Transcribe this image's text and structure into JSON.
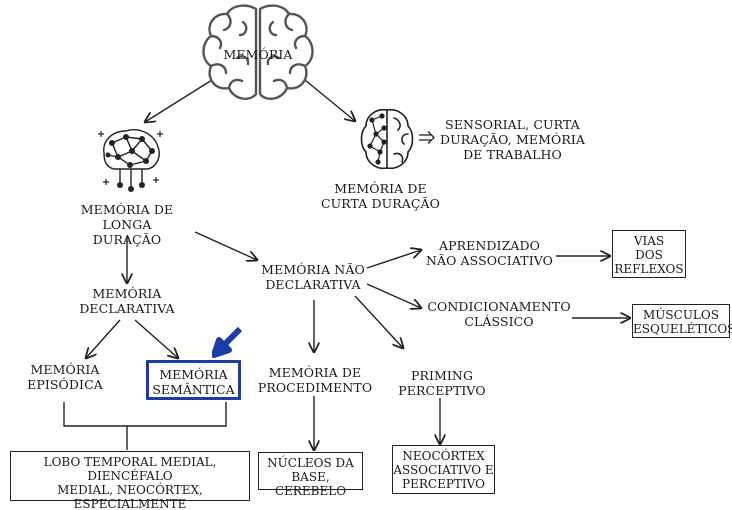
{
  "nodes": {
    "memoria": "MEMÓRIA",
    "longa": "MEMÓRIA DE\nLONGA DURAÇÃO",
    "curta": "MEMÓRIA DE\nCURTA DURAÇÃO",
    "curta_desc": "SENSORIAL, CURTA\nDURAÇÃO, MEMÓRIA\nDE TRABALHO",
    "declarativa": "MEMÓRIA\nDECLARATIVA",
    "nao_declarativa": "MEMÓRIA NÃO\nDECLARATIVA",
    "episodica": "MEMÓRIA\nEPISÓDICA",
    "semantica": "MEMÓRIA\nSEMÂNTICA",
    "procedimento": "MEMÓRIA DE\nPROCEDIMENTO",
    "priming": "PRIMING\nPERCEPTIVO",
    "aprendizado": "APRENDIZADO\nNÃO ASSOCIATIVO",
    "condicionamento": "CONDICIONAMENTO\nCLÁSSICO"
  },
  "boxes": {
    "lobo": "LOBO TEMPORAL MEDIAL, DIENCÉFALO\nMEDIAL, NEOCÓRTEX, ESPECIALMENTE\nCÓRTEX PRÉ-FRONTAL",
    "nucleos": "NÚCLEOS DA\nBASE, CEREBELO",
    "neocortex": "NEOCÓRTEX\nASSOCIATIVO E\nPERCEPTIVO",
    "vias": "VIAS\nDOS\nREFLEXOS",
    "musculos": "MÚSCULOS\nESQUELÉTICOS"
  },
  "colors": {
    "line": "#222222",
    "highlight": "#1a3ea8"
  },
  "icons": {
    "brain_main": "brain-outline-icon",
    "brain_long": "neural-network-brain-icon",
    "brain_short": "half-network-brain-icon",
    "pointer": "pointing-arrow-icon"
  }
}
